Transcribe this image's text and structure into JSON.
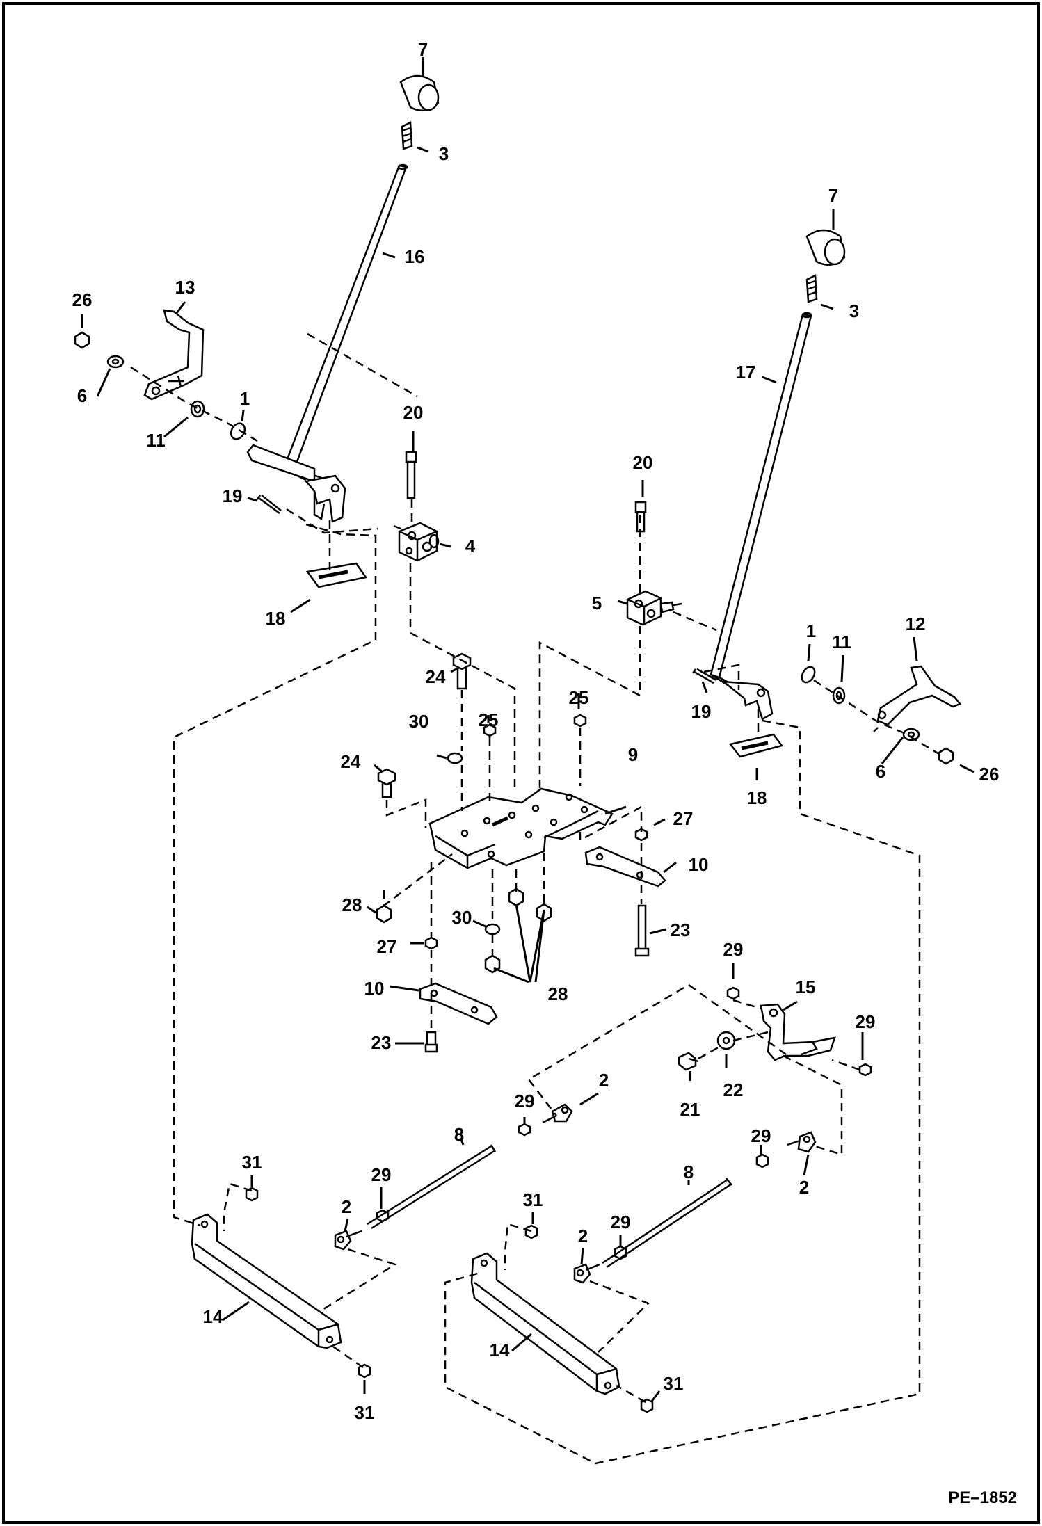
{
  "figure_id": "PE–1852",
  "callouts": [
    "1",
    "2",
    "3",
    "4",
    "5",
    "6",
    "7",
    "8",
    "9",
    "10",
    "11",
    "12",
    "13",
    "14",
    "15",
    "16",
    "17",
    "18",
    "19",
    "20",
    "21",
    "22",
    "23",
    "24",
    "25",
    "26",
    "27",
    "28",
    "29",
    "30",
    "31"
  ],
  "colors": {
    "line": "#000000",
    "background": "#ffffff"
  }
}
